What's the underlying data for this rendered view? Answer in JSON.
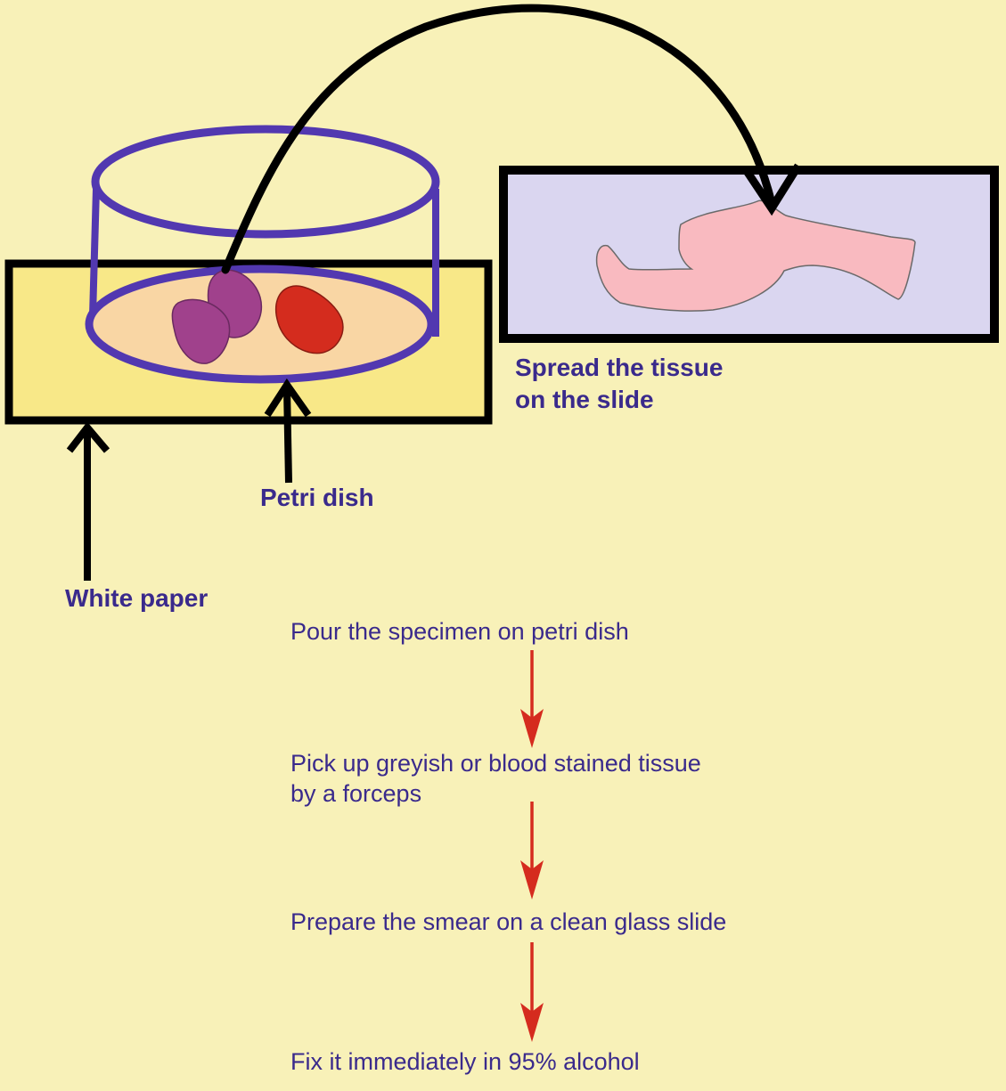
{
  "labels": {
    "spread_line1": "Spread the tissue",
    "spread_line2": "on the slide",
    "petri_dish": "Petri dish",
    "white_paper": "White paper"
  },
  "steps": [
    {
      "line1": "Pour the specimen on petri dish",
      "line2": ""
    },
    {
      "line1": "Pick up greyish or blood stained tissue",
      "line2": "by a forceps"
    },
    {
      "line1": "Prepare the smear on a clean glass slide",
      "line2": ""
    },
    {
      "line1": "Fix it immediately in 95% alcohol",
      "line2": ""
    }
  ],
  "colors": {
    "background": "#f8f1b8",
    "paper": "#f8e888",
    "dish_outline": "#5238b0",
    "dish_bottom": "#f9d6a4",
    "tissue_purple": "#a0418c",
    "tissue_red": "#d42c1e",
    "slide": "#dad6f0",
    "smear": "#f9bac0",
    "flow_arrow": "#d52b1e",
    "label_text": "#3a2a8c"
  }
}
